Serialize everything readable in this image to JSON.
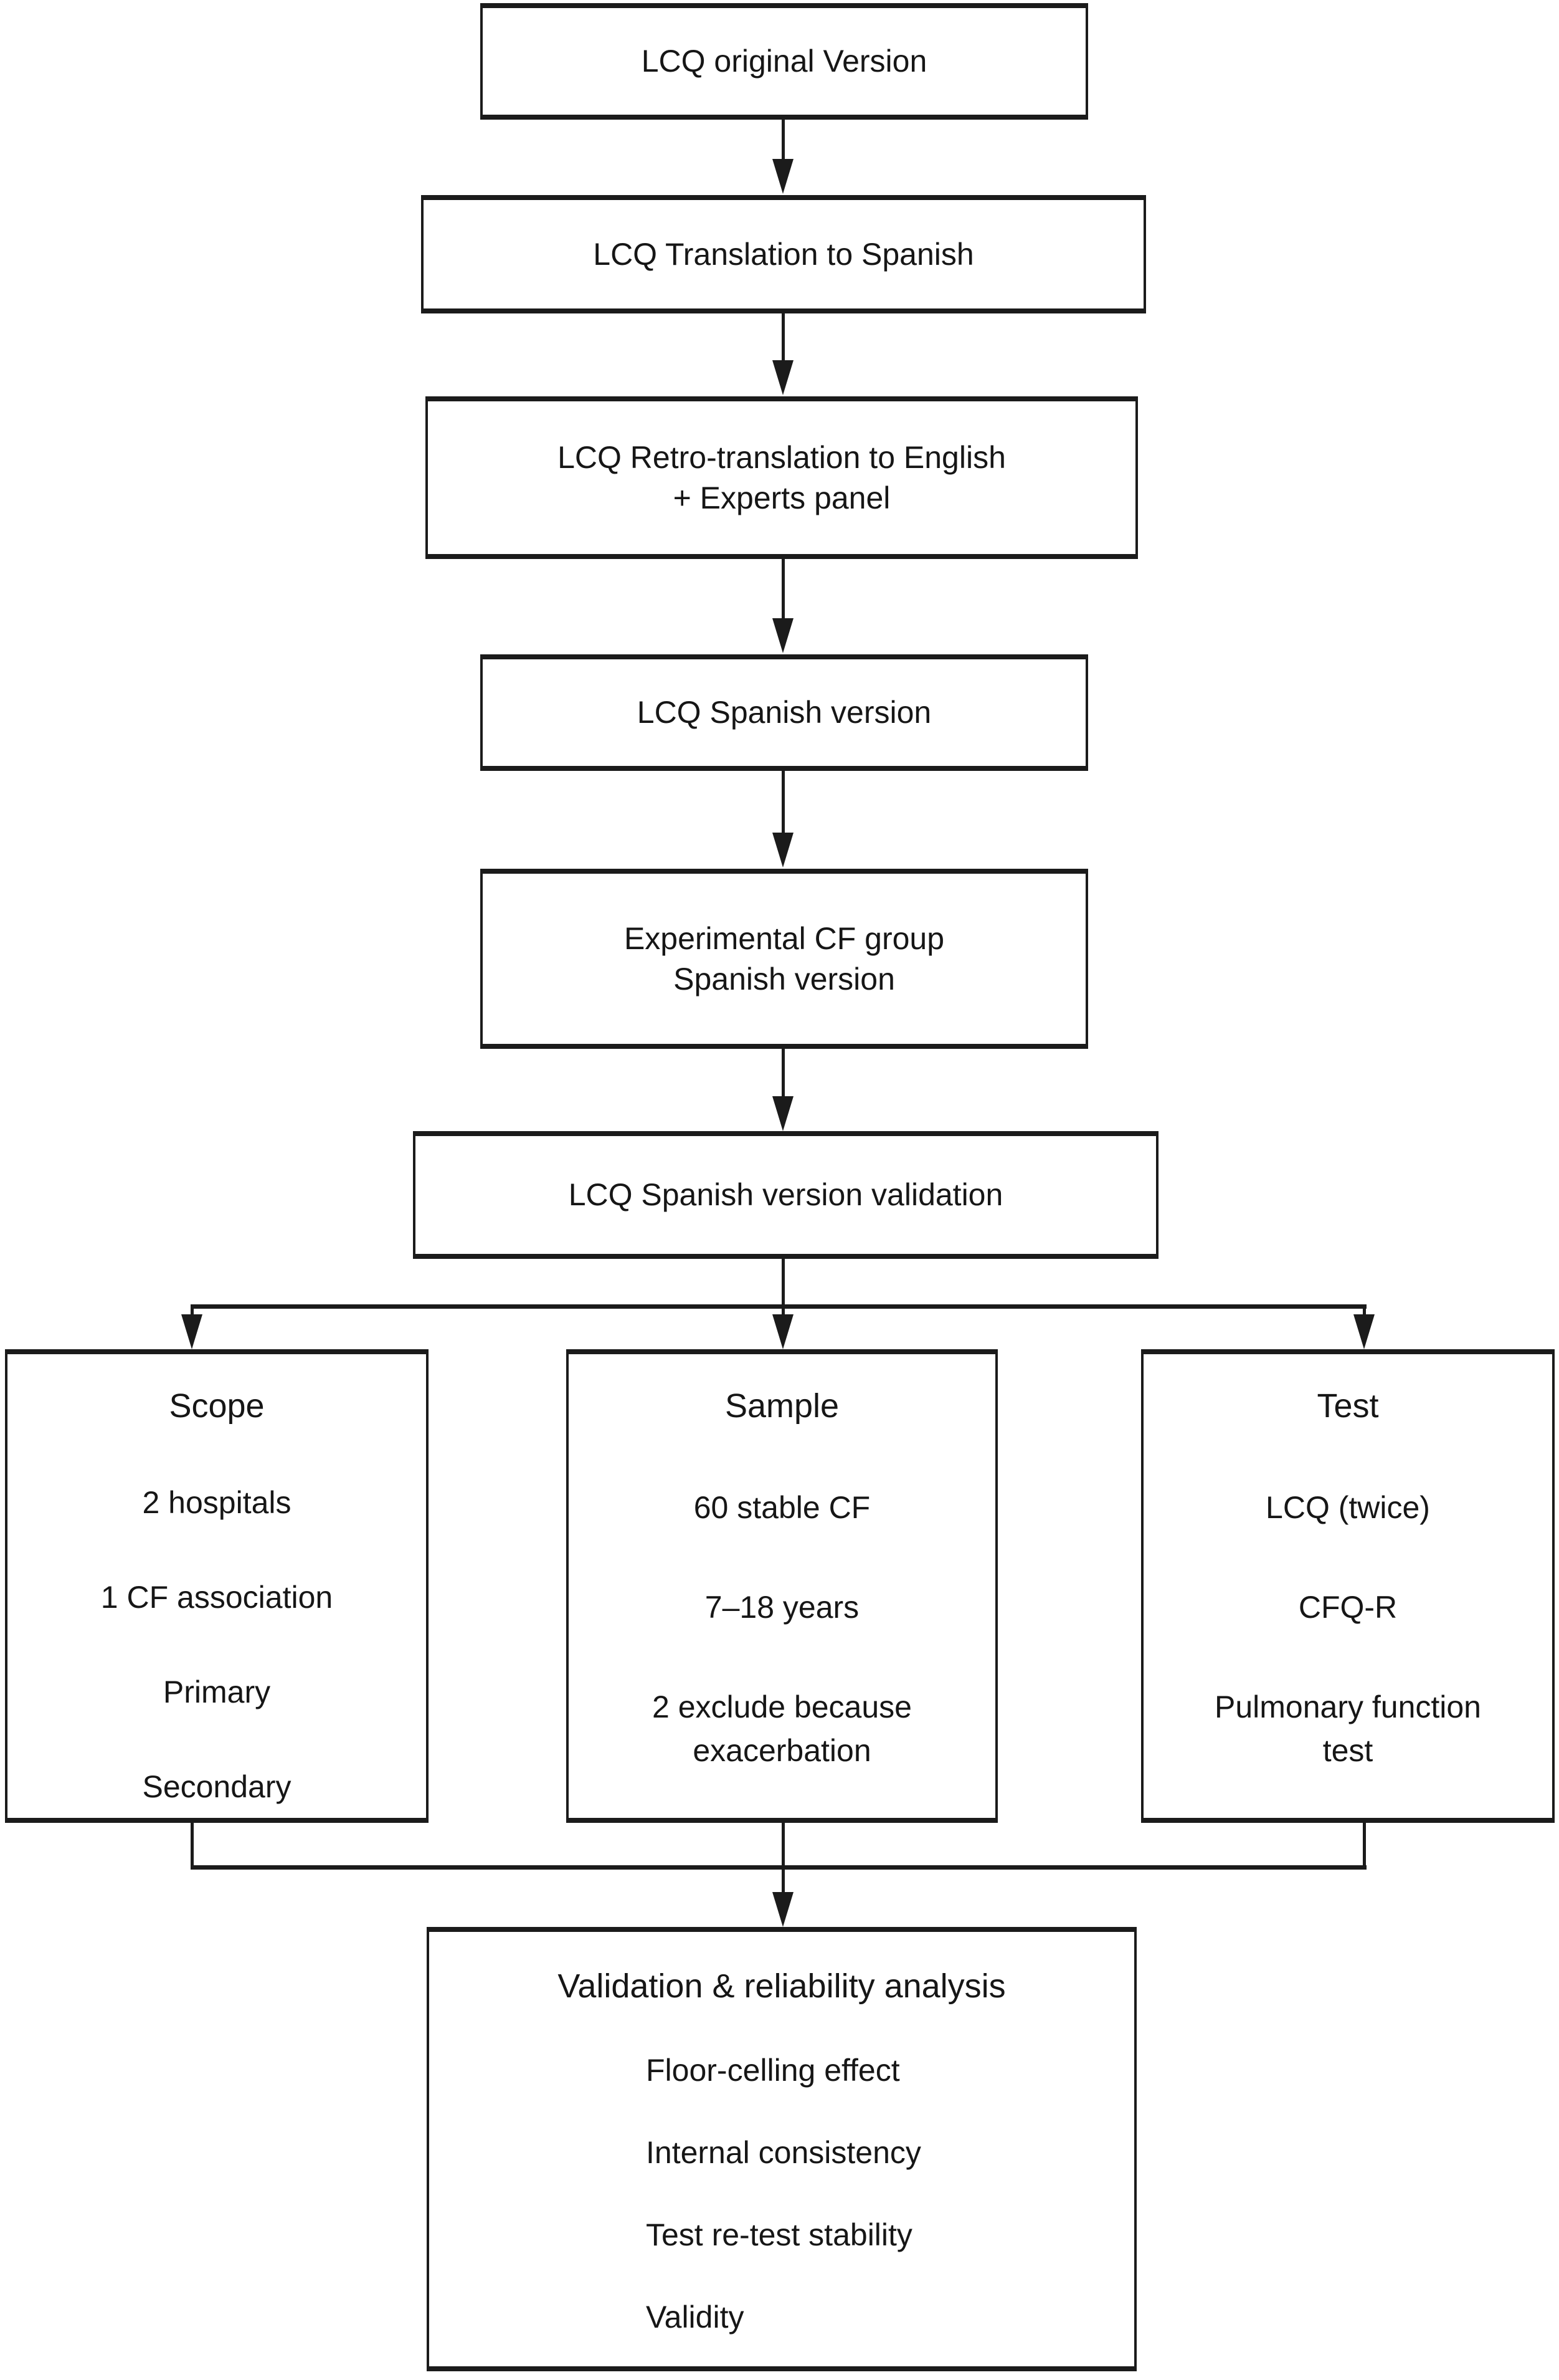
{
  "colors": {
    "ink": "#1b1b1b",
    "paper": "#ffffff"
  },
  "chain": [
    {
      "l1": "LCQ original Version",
      "l2": ""
    },
    {
      "l1": "LCQ Translation to Spanish",
      "l2": ""
    },
    {
      "l1": "LCQ Retro-translation to English",
      "l2": "+ Experts panel"
    },
    {
      "l1": "LCQ Spanish version",
      "l2": ""
    },
    {
      "l1": "Experimental CF group",
      "l2": "Spanish version"
    },
    {
      "l1": "LCQ Spanish version validation",
      "l2": ""
    }
  ],
  "branches": [
    {
      "title": "Scope",
      "items": [
        {
          "l1": "2 hospitals",
          "l2": ""
        },
        {
          "l1": "1 CF association",
          "l2": ""
        },
        {
          "l1": "Primary",
          "l2": ""
        },
        {
          "l1": "Secondary",
          "l2": ""
        }
      ]
    },
    {
      "title": "Sample",
      "items": [
        {
          "l1": "60 stable CF",
          "l2": ""
        },
        {
          "l1": "7–18 years",
          "l2": ""
        },
        {
          "l1": "2 exclude because",
          "l2": "exacerbation"
        }
      ]
    },
    {
      "title": "Test",
      "items": [
        {
          "l1": "LCQ (twice)",
          "l2": ""
        },
        {
          "l1": "CFQ-R",
          "l2": ""
        },
        {
          "l1": "Pulmonary function",
          "l2": "test"
        }
      ]
    }
  ],
  "result": {
    "title": "Validation & reliability analysis",
    "items": [
      {
        "l1": "Floor-celling effect"
      },
      {
        "l1": "Internal consistency"
      },
      {
        "l1": "Test re-test stability"
      },
      {
        "l1": "Validity"
      }
    ]
  }
}
